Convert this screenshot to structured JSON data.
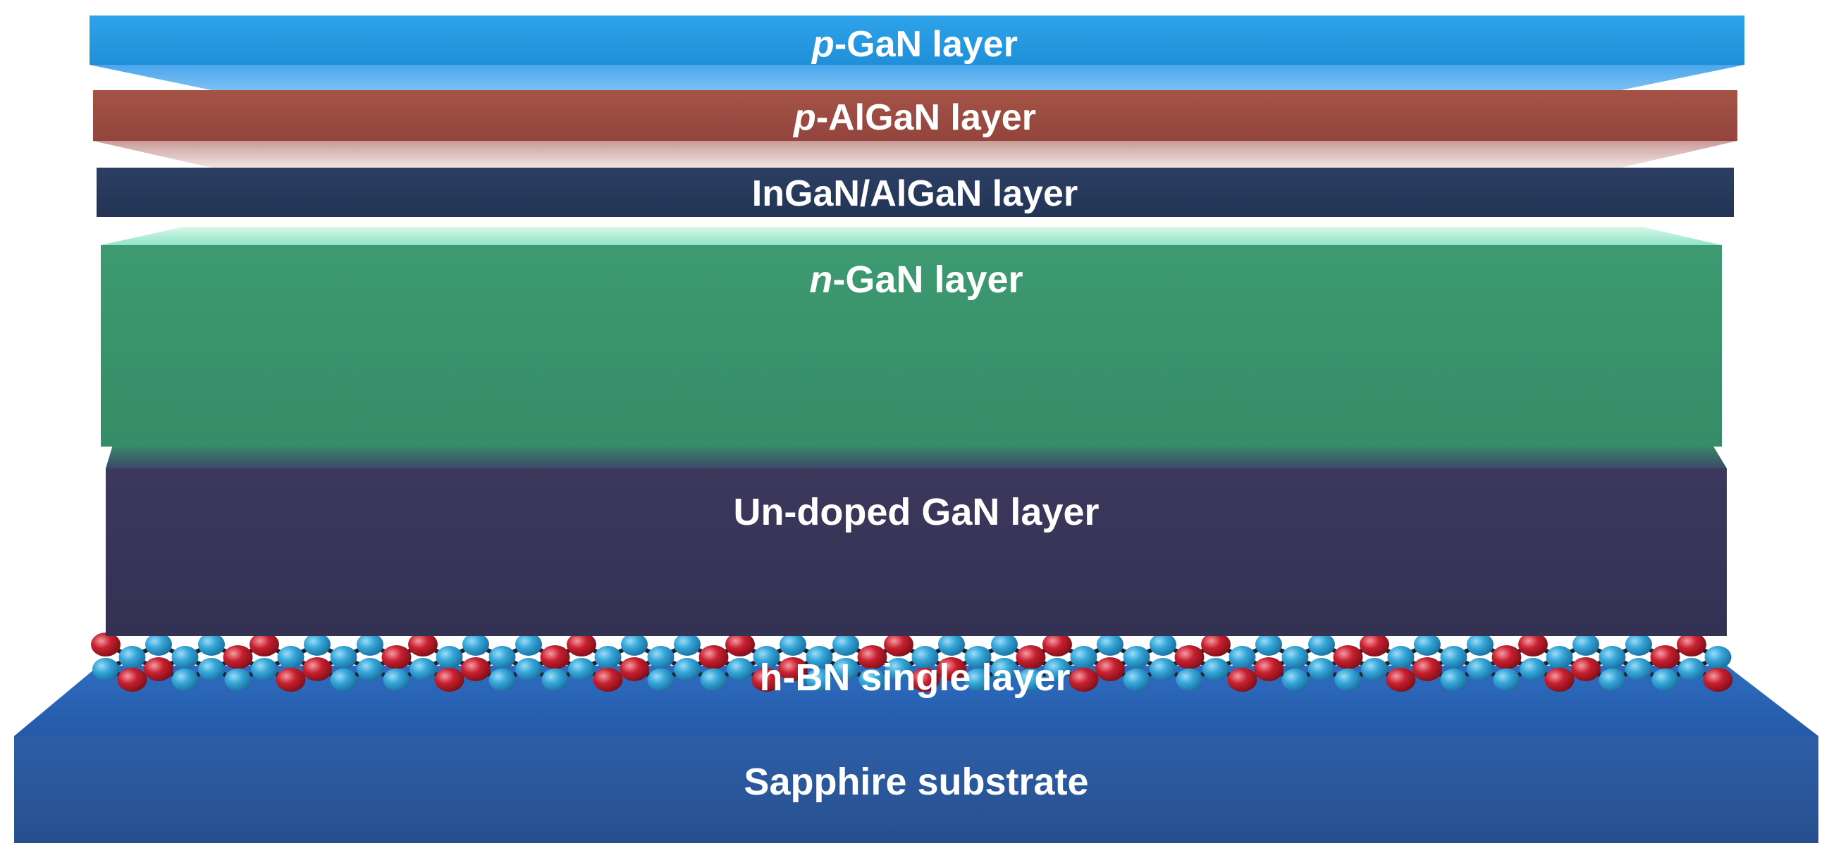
{
  "diagram": {
    "layers": [
      {
        "id": "p-gan",
        "prefix": "p",
        "name": "-GaN layer",
        "color": "#2a9be3"
      },
      {
        "id": "p-algan",
        "prefix": "p",
        "name": "-AlGaN layer",
        "color": "#9d4b42"
      },
      {
        "id": "ingan-algan",
        "prefix": "",
        "name": "InGaN/AlGaN layer",
        "color": "#283a5c"
      },
      {
        "id": "n-gan",
        "prefix": "n",
        "name": "-GaN layer",
        "color": "#3a946c"
      },
      {
        "id": "undoped-gan",
        "prefix": "",
        "name": "Un-doped GaN layer",
        "color": "#383658"
      },
      {
        "id": "hbn",
        "prefix": "",
        "name": "h-BN single layer",
        "color": "#2f8fc4"
      },
      {
        "id": "sapphire",
        "prefix": "",
        "name": "Sapphire substrate",
        "color": "#2c5aa1"
      }
    ],
    "atoms": {
      "boron_color": "#2e9fd3",
      "nitrogen_color": "#c01a2a"
    }
  }
}
